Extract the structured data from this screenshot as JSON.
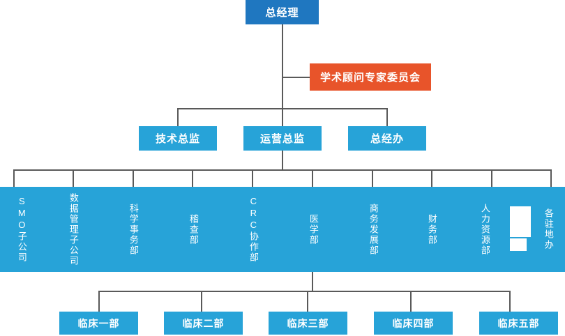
{
  "chart": {
    "title": "组织结构图",
    "colors": {
      "top_box": "#1F77C0",
      "advisory_box": "#E8542A",
      "director_box": "#27A3D8",
      "department_band": "#27A3D8",
      "clinical_box": "#27A3D8",
      "connector_line": "#595959",
      "background": "#FFFFFF",
      "text": "#FFFFFF"
    }
  },
  "top": {
    "label": "总经理"
  },
  "advisory": {
    "label": "学术顾问专家委员会"
  },
  "directors": [
    {
      "label": "技术总监"
    },
    {
      "label": "运营总监"
    },
    {
      "label": "总经办"
    }
  ],
  "departments": [
    {
      "label": "SMO子公司"
    },
    {
      "label": "数据管理子公司"
    },
    {
      "label": "科学事务部"
    },
    {
      "label": "稽查部"
    },
    {
      "label": "CRC协作部"
    },
    {
      "label": "医学部"
    },
    {
      "label": "商务发展部"
    },
    {
      "label": "财务部"
    },
    {
      "label": "人力资源部"
    },
    {
      "label": "各驻地办"
    }
  ],
  "clinical": [
    {
      "label": "临床一部"
    },
    {
      "label": "临床二部"
    },
    {
      "label": "临床三部"
    },
    {
      "label": "临床四部"
    },
    {
      "label": "临床五部"
    }
  ]
}
